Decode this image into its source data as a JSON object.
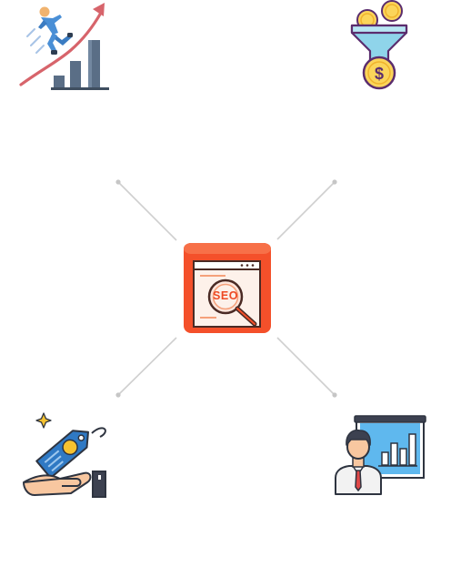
{
  "center": {
    "badge_text": "SEO",
    "icon": "seo-browser-magnifier-icon",
    "colors": {
      "outer": "#f4502a",
      "inner": "#ee4a24",
      "page": "#fdf1ea",
      "accent": "#f5a07a"
    }
  },
  "satellites": [
    {
      "id": "growth",
      "icon": "person-climbing-growth-chart-icon"
    },
    {
      "id": "funnel",
      "icon": "sales-funnel-coins-icon"
    },
    {
      "id": "tag",
      "icon": "hand-holding-price-tag-icon"
    },
    {
      "id": "presenter",
      "icon": "businessman-presenting-chart-icon"
    }
  ],
  "connector_color": "#c9c9c9"
}
